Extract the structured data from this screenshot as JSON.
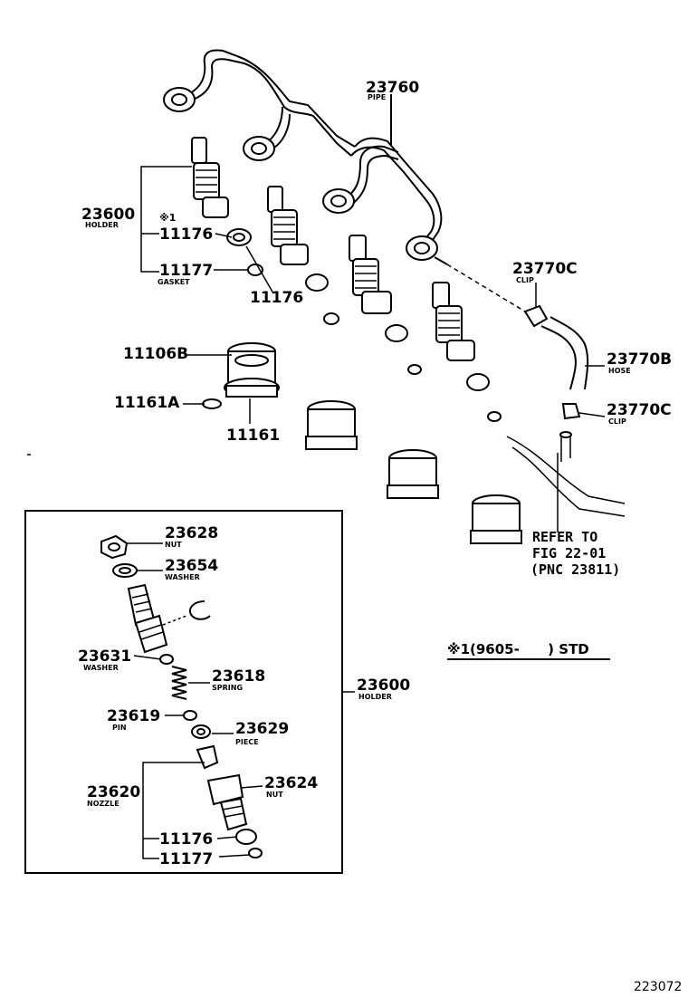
{
  "parts": {
    "p23760": {
      "number": "23760",
      "name": "PIPE"
    },
    "p23600_top": {
      "number": "23600",
      "name": "HOLDER",
      "mark": "※1"
    },
    "p11176_a": {
      "number": "11176"
    },
    "p11177_a": {
      "number": "11177",
      "name": "GASKET"
    },
    "p11176_b": {
      "number": "11176"
    },
    "p11106B": {
      "number": "11106B"
    },
    "p11161A": {
      "number": "11161A"
    },
    "p11161": {
      "number": "11161"
    },
    "p23770C_a": {
      "number": "23770C",
      "name": "CLIP"
    },
    "p23770B": {
      "number": "23770B",
      "name": "HOSE"
    },
    "p23770C_b": {
      "number": "23770C",
      "name": "CLIP"
    },
    "p23628": {
      "number": "23628",
      "name": "NUT"
    },
    "p23654": {
      "number": "23654",
      "name": "WASHER"
    },
    "p23631": {
      "number": "23631",
      "name": "WASHER"
    },
    "p23618": {
      "number": "23618",
      "name": "SPRING"
    },
    "p23619": {
      "number": "23619",
      "name": "PIN"
    },
    "p23629": {
      "number": "23629",
      "name": "PIECE"
    },
    "p23620": {
      "number": "23620",
      "name": "NOZZLE"
    },
    "p23624": {
      "number": "23624",
      "name": "NUT"
    },
    "p11176_c": {
      "number": "11176"
    },
    "p11177_c": {
      "number": "11177"
    },
    "p23600_box": {
      "number": "23600",
      "name": "HOLDER"
    }
  },
  "refer": {
    "line1": "REFER TO",
    "line2": "FIG 22-01",
    "line3": "(PNC 23811)"
  },
  "footnote": "※1(9605-      ) STD",
  "figure_number": "223072"
}
